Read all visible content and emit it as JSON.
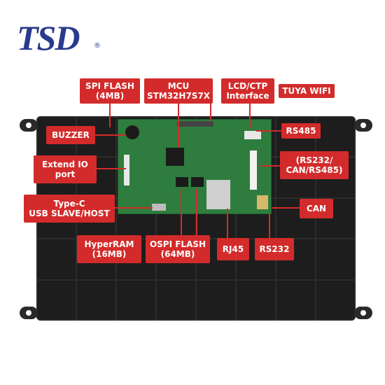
{
  "logo": {
    "text": "TSD",
    "registered": "®",
    "color": "#2a3a8c"
  },
  "accent_color": "#d32b2b",
  "labels": {
    "spi_flash": "SPI FLASH\n(4MB)",
    "mcu": "MCU\nSTM32H7S7X",
    "lcd_ctp": "LCD/CTP\nInterface",
    "tuya_wifi": "TUYA WIFI",
    "buzzer": "BUZZER",
    "rs485": "RS485",
    "extend_io": "Extend IO\nport",
    "rs232_can_rs485": "(RS232/\nCAN/RS485)",
    "type_c": "Type-C\nUSB SLAVE/HOST",
    "can": "CAN",
    "hyperram": "HyperRAM\n(16MB)",
    "ospi_flash": "OSPI FLASH\n(64MB)",
    "rj45": "RJ45",
    "rs232": "RS232"
  }
}
